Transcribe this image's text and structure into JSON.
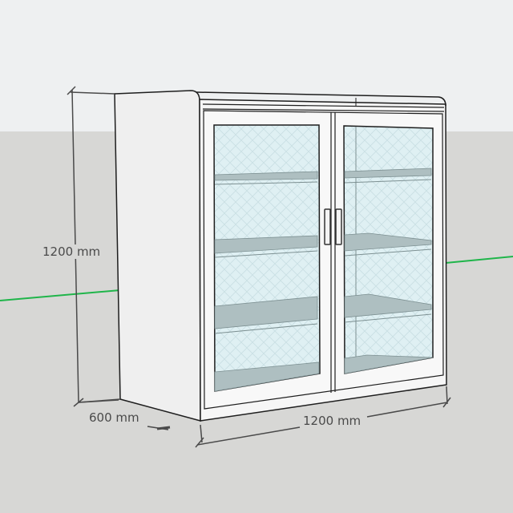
{
  "scene": {
    "type": "3d-model-view",
    "object": "glass-door cabinet",
    "colors": {
      "sky": "#eef0f1",
      "ground": "#d7d7d5",
      "green_axis": "#1fb54a",
      "outline": "#1e1e1e",
      "panel": "#f4f4f4",
      "side_panel": "#efefef",
      "glass": "#dff0f3",
      "shelf": "#aebfc1",
      "dimension_line": "#4a4a4a"
    }
  },
  "dimensions": {
    "height": {
      "label": "1200 mm"
    },
    "depth": {
      "label": "600 mm"
    },
    "width": {
      "label": "1200 mm"
    }
  },
  "cabinet": {
    "doors": [
      {
        "name": "left-door",
        "shelves": 3
      },
      {
        "name": "right-door",
        "shelves": 3
      }
    ],
    "handles": 2
  }
}
